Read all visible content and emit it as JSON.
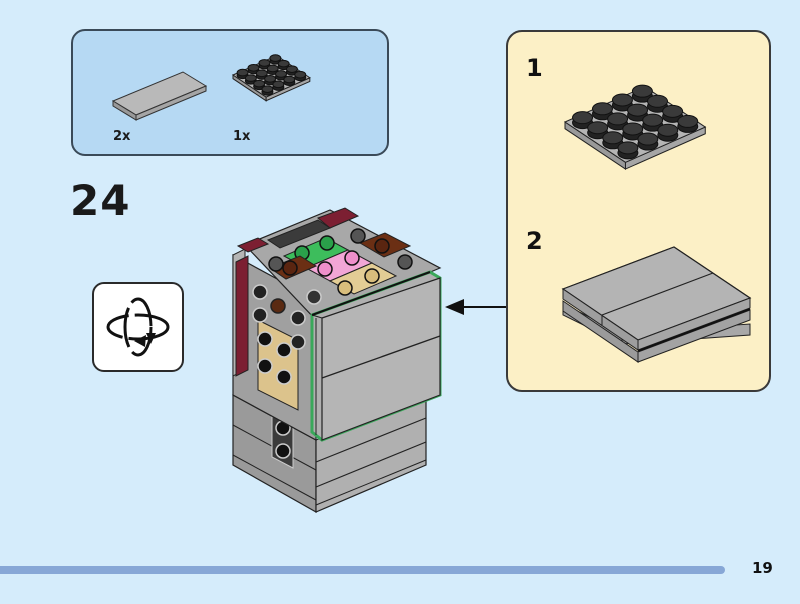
{
  "parts_list": {
    "items": [
      {
        "part": "2x4 tile",
        "color": "light bluish gray",
        "quantity": "2x"
      },
      {
        "part": "4x4 plate",
        "color": "light bluish gray",
        "quantity": "1x"
      }
    ]
  },
  "step": {
    "number": "24",
    "rotate_icon": "rotate-model-icon"
  },
  "sub_assembly": {
    "steps": [
      {
        "number": "1",
        "part": "4x4 plate"
      },
      {
        "number": "2",
        "part": "2x tile on 4x4 plate"
      }
    ]
  },
  "colors": {
    "background": "#d5ecfb",
    "parts_box": "#b6d9f3",
    "sub_box": "#fcf0c6",
    "brick_gray": "#a9a9a9",
    "highlight": "#39a85a",
    "progress_bar": "#87a7d6"
  },
  "footer": {
    "page_number": "19"
  }
}
